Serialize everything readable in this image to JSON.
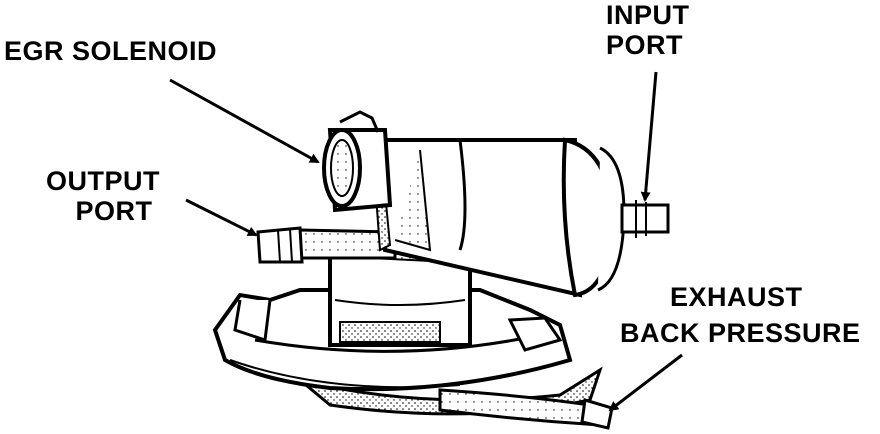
{
  "labels": {
    "egr_solenoid": "EGR SOLENOID",
    "input_port": [
      "INPUT",
      "PORT"
    ],
    "output_port": [
      "OUTPUT",
      "PORT"
    ],
    "exhaust_back_pressure": [
      "EXHAUST",
      "BACK PRESSURE"
    ]
  },
  "colors": {
    "ink": "#000000",
    "paper": "#ffffff",
    "stipple": "#bdbdbd"
  }
}
